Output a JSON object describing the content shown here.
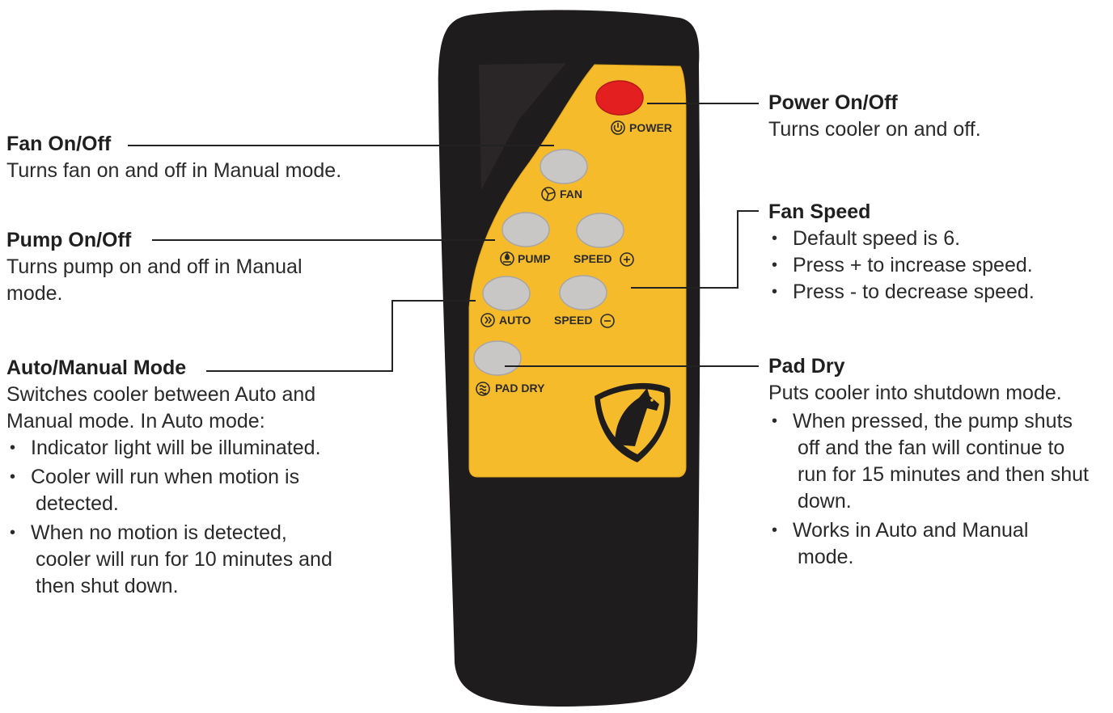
{
  "callouts": {
    "fan": {
      "title": "Fan On/Off",
      "desc": "Turns fan on and off in Manual mode."
    },
    "pump": {
      "title": "Pump On/Off",
      "desc_lines": [
        "Turns pump on and off in Manual",
        "mode."
      ]
    },
    "auto": {
      "title": "Auto/Manual Mode",
      "desc_lines": [
        "Switches cooler between Auto and",
        "Manual mode. In Auto mode:"
      ],
      "bullets": [
        [
          "Indicator light will be illuminated."
        ],
        [
          "Cooler will run when motion is",
          "detected."
        ],
        [
          "When no motion is detected,",
          "cooler will run for 10 minutes and",
          "then shut down."
        ]
      ]
    },
    "power": {
      "title": "Power On/Off",
      "desc": "Turns cooler on and off."
    },
    "speed": {
      "title": "Fan Speed",
      "bullets": [
        [
          "Default speed is 6."
        ],
        [
          "Press + to increase speed."
        ],
        [
          "Press - to decrease speed."
        ]
      ]
    },
    "paddry": {
      "title": "Pad Dry",
      "desc": "Puts cooler into shutdown mode.",
      "bullets": [
        [
          "When pressed, the pump shuts",
          "off and the fan will continue to",
          "run for 15 minutes and then shut",
          "down."
        ],
        [
          "Works in Auto and Manual",
          "mode."
        ]
      ]
    }
  },
  "remote": {
    "buttons": {
      "power": "POWER",
      "fan": "FAN",
      "pump": "PUMP",
      "speed_up": "SPEED",
      "auto": "AUTO",
      "speed_down": "SPEED",
      "pad_dry": "PAD DRY"
    },
    "logo": "horse-shield-logo"
  },
  "colors": {
    "remote_body": "#1f1c1d",
    "panel": "#f6bb2b",
    "power_button": "#e3201f",
    "button": "#c9c6c6",
    "leader_line": "#222222"
  }
}
